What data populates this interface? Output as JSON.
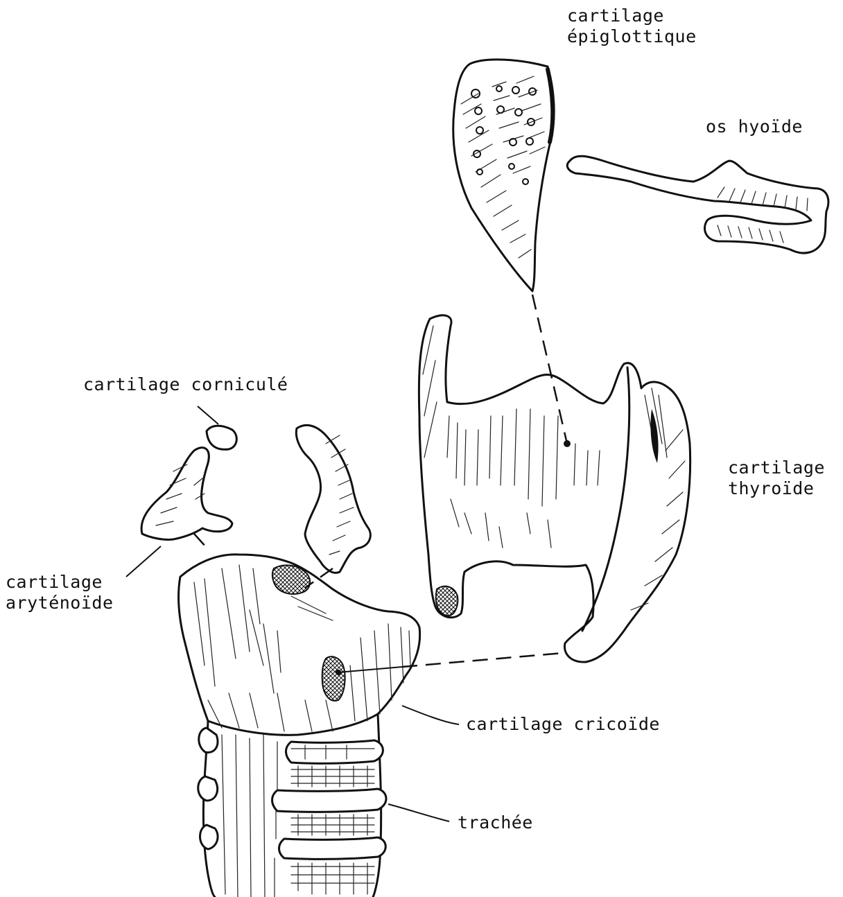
{
  "labels": {
    "epiglottic": [
      "cartilage",
      "épiglottique"
    ],
    "hyoid": "os hyoïde",
    "corniculate": "cartilage corniculé",
    "thyroid": [
      "cartilage",
      "thyroïde"
    ],
    "arytenoid": [
      "cartilage",
      "aryténoïde"
    ],
    "cricoid": "cartilage cricoïde",
    "trachea": "trachée"
  }
}
